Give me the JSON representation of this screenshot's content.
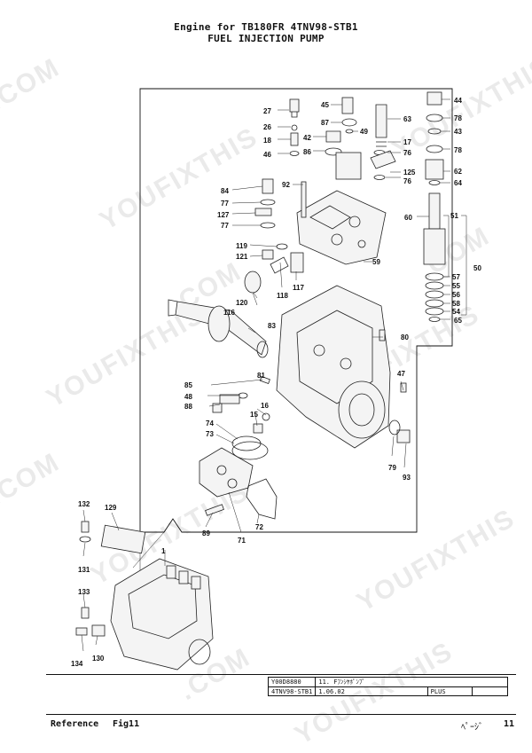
{
  "header": {
    "line1": "Engine for TB180FR  4TNV98-STB1",
    "line2": "FUEL INJECTION PUMP"
  },
  "watermark": {
    "text": "YOUFIXTHIS",
    "text_com": ".COM"
  },
  "callouts": [
    "27",
    "26",
    "18",
    "46",
    "45",
    "87",
    "42",
    "86",
    "49",
    "63",
    "17",
    "76",
    "125",
    "76",
    "44",
    "78",
    "43",
    "78",
    "62",
    "64",
    "92",
    "84",
    "77",
    "127",
    "77",
    "60",
    "51",
    "119",
    "121",
    "59",
    "120",
    "118",
    "117",
    "116",
    "57",
    "55",
    "56",
    "58",
    "54",
    "50",
    "83",
    "65",
    "80",
    "81",
    "85",
    "48",
    "88",
    "16",
    "15",
    "74",
    "73",
    "47",
    "79",
    "93",
    "132",
    "129",
    "131",
    "1",
    "89",
    "72",
    "71",
    "133",
    "134",
    "130"
  ],
  "title_block": {
    "code": "Y00D8880",
    "desc": "11. Fﾌﾝｼﾔﾎﾟﾝﾌﾟ",
    "model": "4TNV98-STB1",
    "date": "1.06.02",
    "plus": "PLUS"
  },
  "footer": {
    "reference": "Reference",
    "fig": "Fig11",
    "page_label": "ﾍﾟｰｼﾞ",
    "page_number": "11"
  }
}
